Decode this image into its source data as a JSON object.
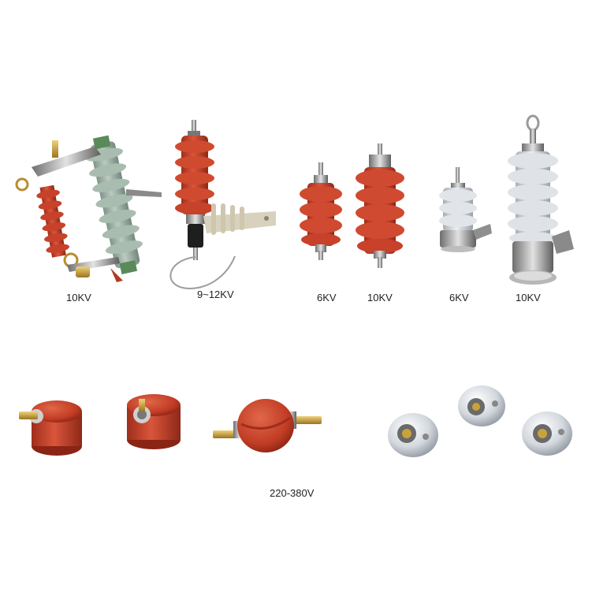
{
  "labels": {
    "fuse_cutout": "10KV",
    "arrester_bracket": "9~12KV",
    "red_small": "6KV",
    "red_large": "10KV",
    "white_small": "6KV",
    "white_large": "10KV",
    "low_voltage": "220-380V"
  },
  "colors": {
    "background": "#ffffff",
    "red_polymer": "#c8412a",
    "red_shadow": "#9e2e1c",
    "grey_porcelain": "#9fb3a6",
    "white_porcelain": "#d9dde2",
    "metal": "#a8a8a8",
    "brass": "#c9a23a",
    "label_text": "#222222"
  }
}
